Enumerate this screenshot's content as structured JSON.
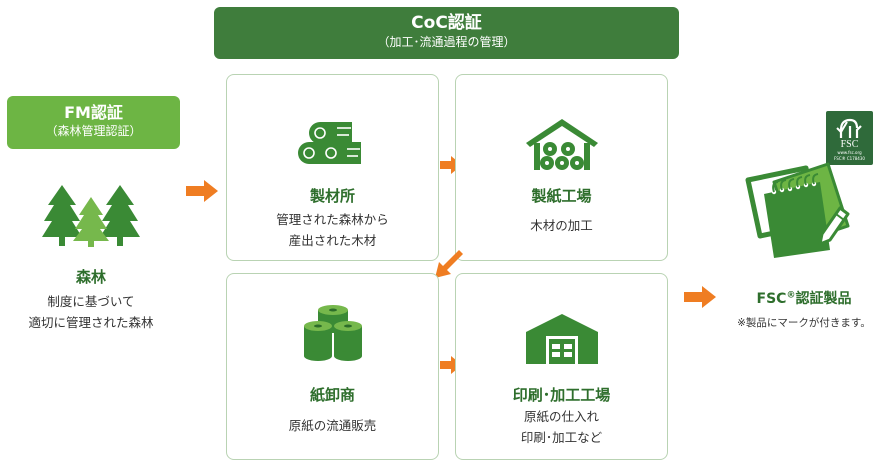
{
  "coc_banner": {
    "title": "CoC認証",
    "subtitle": "（加工･流通過程の管理）"
  },
  "fm_banner": {
    "title": "FM認証",
    "subtitle": "（森林管理認証）"
  },
  "forest": {
    "title": "森林",
    "desc_line1": "制度に基づいて",
    "desc_line2": "適切に管理された森林"
  },
  "boxes": {
    "sawmill": {
      "title": "製材所",
      "desc_line1": "管理された森林から",
      "desc_line2": "産出された木材"
    },
    "paper_mill": {
      "title": "製紙工場",
      "desc_line1": "木材の加工"
    },
    "paper_wholesaler": {
      "title": "紙卸商",
      "desc_line1": "原紙の流通販売"
    },
    "print_factory": {
      "title": "印刷･加工工場",
      "desc_line1": "原紙の仕入れ",
      "desc_line2": "印刷･加工など"
    }
  },
  "product": {
    "title_main": "FSC",
    "title_reg": "®",
    "title_rest": "認証製品",
    "note": "※製品にマークが付きます。"
  },
  "fsc_logo": {
    "text": "FSC",
    "small1": "www.fsc.org",
    "small2": "FSC® C178430"
  },
  "colors": {
    "dark_green": "#3f7d3c",
    "light_green": "#6db544",
    "icon_green": "#3a8a35",
    "orange": "#ef7d22"
  }
}
